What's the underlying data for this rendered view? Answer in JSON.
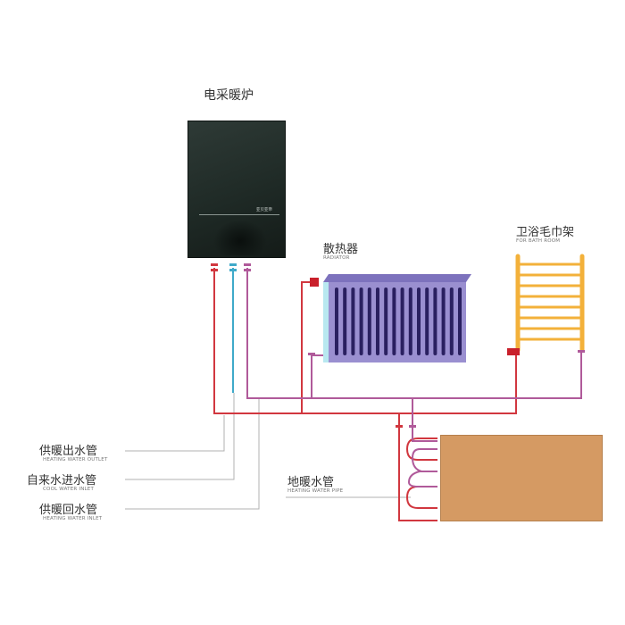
{
  "labels": {
    "boiler": "电采暖炉",
    "boiler_brand": "亚贝亚帝",
    "radiator_cn": "散热器",
    "radiator_en": "RADIATOR",
    "towel_rack_cn": "卫浴毛巾架",
    "towel_rack_en": "FOR BATH ROOM",
    "heating_outlet_cn": "供暖出水管",
    "heating_outlet_en": "HEATING WATER OUTLET",
    "cool_inlet_cn": "自来水进水管",
    "cool_inlet_en": "COOL WATER INLET",
    "heating_inlet_cn": "供暖回水管",
    "heating_inlet_en": "HEATING WATER INLET",
    "floor_pipe_cn": "地暖水管",
    "floor_pipe_en": "HEATING WATER PIPE"
  },
  "colors": {
    "supply_pipe": "#d1373f",
    "return_pipe": "#b05a9a",
    "cool_pipe": "#3fa9c9",
    "leader_line": "#b0b0b0",
    "radiator_body": "#9a8fd0",
    "radiator_fin": "#2a2060",
    "towel_rack": "#f3b13a",
    "floor_panel": "#d59a63"
  }
}
